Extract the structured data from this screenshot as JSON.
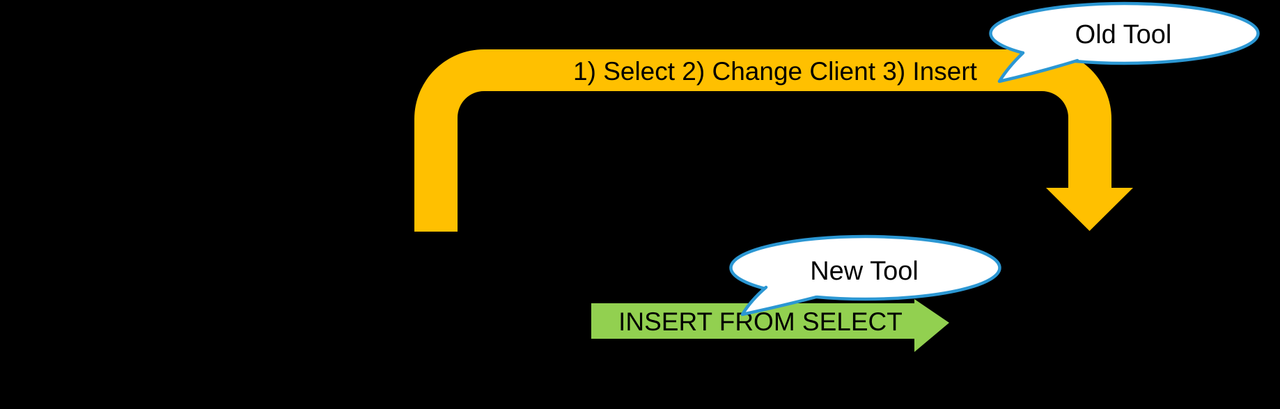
{
  "diagram": {
    "background": "#000000",
    "label_color": "#000000",
    "old_flow": {
      "arrow_label": "1) Select 2) Change Client 3) Insert",
      "callout_label": "Old Tool",
      "arrow_color": "#FFC000"
    },
    "new_flow": {
      "arrow_label": "INSERT FROM SELECT",
      "callout_label": "New Tool",
      "arrow_color": "#92D050"
    },
    "callout": {
      "fill": "#FFFFFF",
      "border": "#2B97D3",
      "border_width": "4.5"
    }
  }
}
